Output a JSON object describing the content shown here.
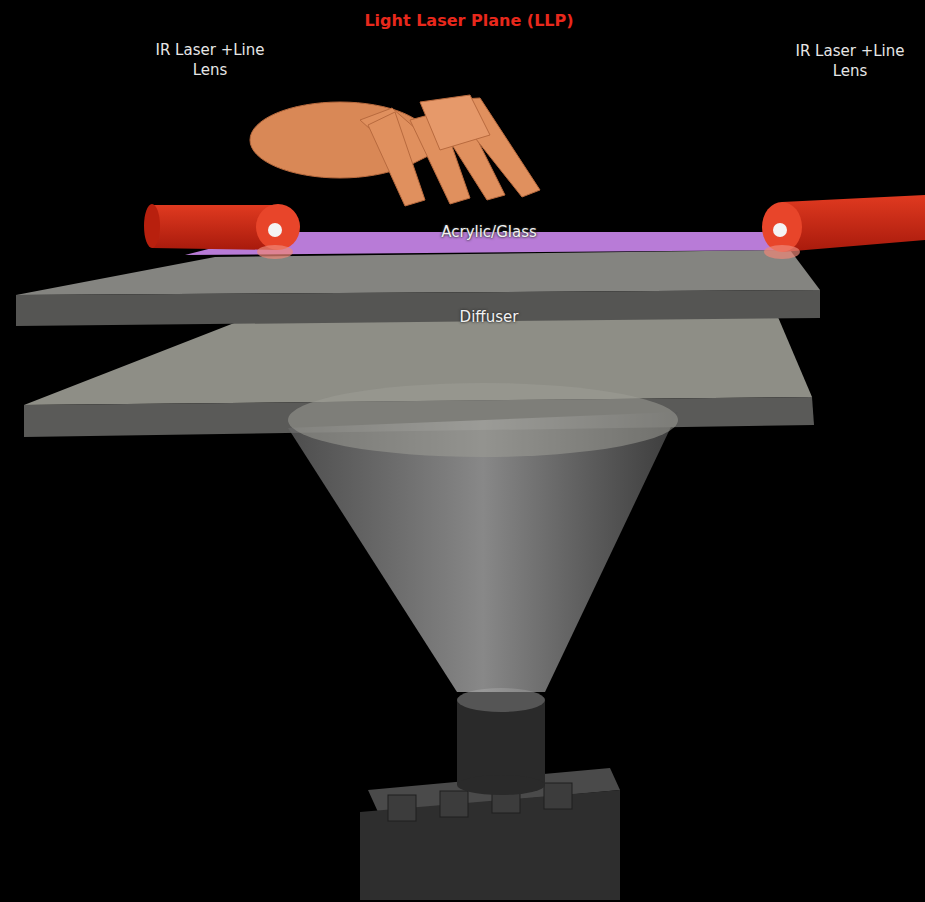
{
  "diagram": {
    "title": "Light Laser Plane (LLP)",
    "labels": [
      "IR Laser +Line Lens",
      "IR Laser +Line Lens",
      "Acrylic/Glass",
      "Diffuser"
    ]
  }
}
